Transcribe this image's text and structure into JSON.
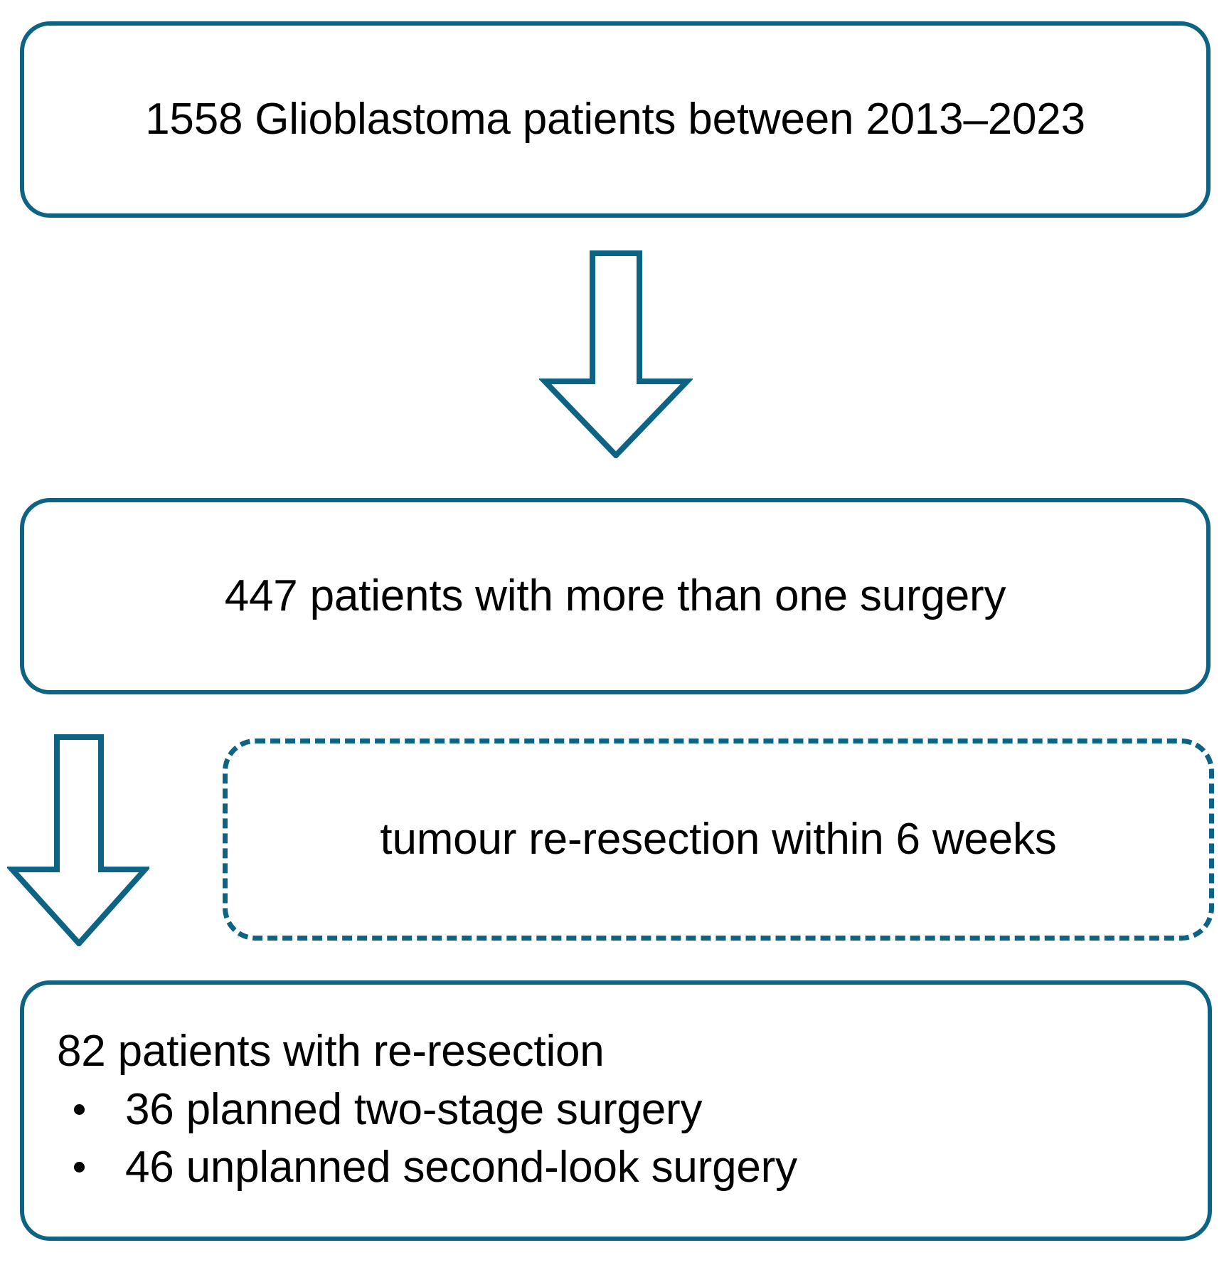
{
  "diagram": {
    "type": "patient-selection-flowchart",
    "accent_color": "#0d6384",
    "text_color": "#000000",
    "background_color": "#ffffff"
  },
  "nodes": {
    "cohort": {
      "id": "cohort",
      "shape": "rounded-rectangle",
      "border": "solid",
      "text": "1558 Glioblastoma patients between 2013–2023",
      "count": 1558,
      "period": "2013–2023"
    },
    "multi_surgery": {
      "id": "multi-surgery",
      "shape": "rounded-rectangle",
      "border": "solid",
      "text": "447 patients with more than one surgery",
      "count": 447
    },
    "criterion": {
      "id": "criterion",
      "shape": "rounded-rectangle",
      "border": "dashed",
      "text": "tumour re-resection within 6 weeks"
    },
    "reresection": {
      "id": "re-resection",
      "shape": "rounded-rectangle",
      "border": "solid",
      "heading": "82 patients with re-resection",
      "count": 82,
      "bullets": [
        {
          "label": "36 planned two-stage surgery",
          "count": 36
        },
        {
          "label": "46 unplanned second-look surgery",
          "count": 46
        }
      ]
    }
  },
  "arrows": [
    {
      "id": "arrow-cohort-to-multi",
      "icon": "down-block-arrow-icon",
      "from": "cohort",
      "to": "multi-surgery",
      "direction": "down"
    },
    {
      "id": "arrow-multi-to-final",
      "icon": "down-block-arrow-icon",
      "from": "multi-surgery",
      "to": "re-resection",
      "direction": "down"
    }
  ]
}
